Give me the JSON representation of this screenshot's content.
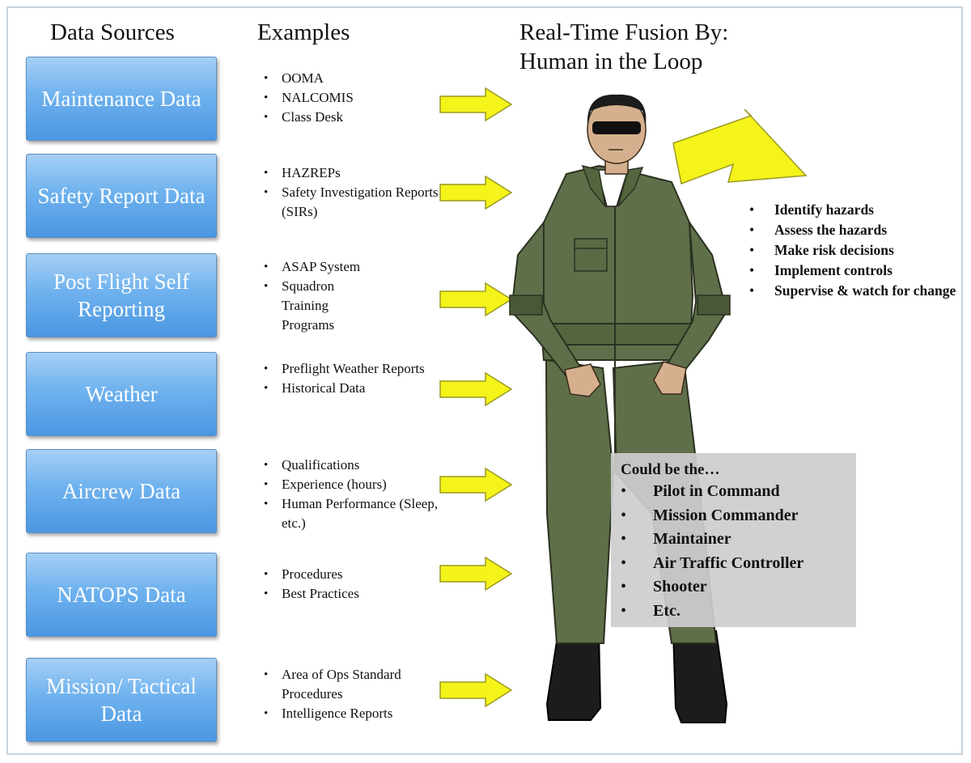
{
  "headers": {
    "sources": "Data Sources",
    "examples": "Examples",
    "fusion_line1": "Real-Time Fusion By:",
    "fusion_line2": "Human in the Loop"
  },
  "sources": [
    {
      "label": "Maintenance Data",
      "examples": [
        "OOMA",
        "NALCOMIS",
        "Class Desk"
      ]
    },
    {
      "label": "Safety Report Data",
      "examples": [
        "HAZREPs",
        "Safety Investigation Reports (SIRs)"
      ]
    },
    {
      "label": "Post Flight Self Reporting",
      "examples": [
        "ASAP System",
        "Squadron Training Programs"
      ]
    },
    {
      "label": "Weather",
      "examples": [
        "Preflight Weather Reports",
        "Historical Data"
      ]
    },
    {
      "label": "Aircrew Data",
      "examples": [
        "Qualifications",
        "Experience (hours)",
        "Human Performance (Sleep, etc.)"
      ]
    },
    {
      "label": "NATOPS Data",
      "examples": [
        "Procedures",
        "Best Practices"
      ]
    },
    {
      "label": "Mission/ Tactical Data",
      "examples": [
        "Area of Ops Standard Procedures",
        "Intelligence Reports"
      ]
    }
  ],
  "risk_steps": [
    "Identify hazards",
    "Assess the hazards",
    "Make risk decisions",
    "Implement controls",
    "Supervise & watch for change"
  ],
  "roles_box": {
    "title": "Could be the…",
    "items": [
      "Pilot in Command",
      "Mission Commander",
      "Maintainer",
      "Air Traffic Controller",
      "Shooter",
      "Etc."
    ]
  },
  "colors": {
    "source_box_top": "#a6d0f5",
    "source_box_bottom": "#4b97e2",
    "arrow_fill": "#f4f31a",
    "arrow_stroke": "#9a9a22",
    "flightsuit": "#5f6f4a",
    "roles_box_bg": "#cdcdcd"
  },
  "icons": [
    "yellow-arrow-icon",
    "pilot-figure-icon"
  ]
}
